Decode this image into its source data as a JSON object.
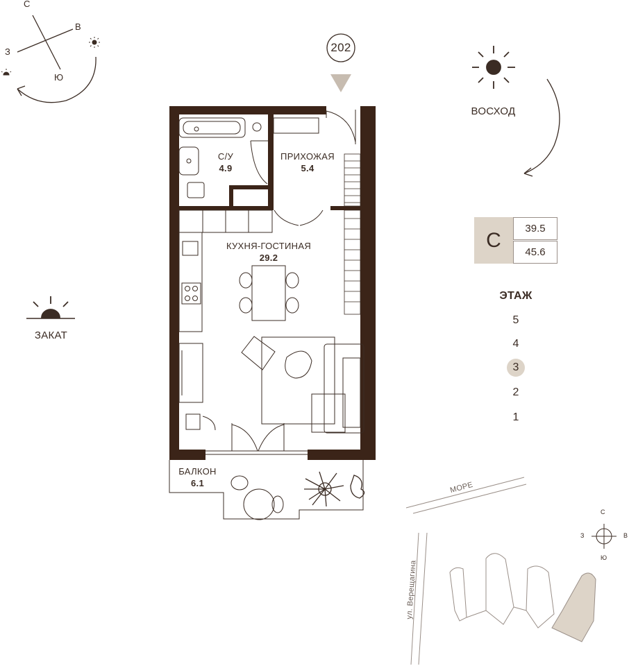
{
  "apartment_number": "202",
  "compass": {
    "north": "С",
    "east": "В",
    "west": "З",
    "south": "Ю"
  },
  "sun": {
    "sunrise_label": "ВОСХОД",
    "sunset_label": "ЗАКАТ"
  },
  "rooms": [
    {
      "name": "С/У",
      "area": "4.9"
    },
    {
      "name": "ПРИХОЖАЯ",
      "area": "5.4"
    },
    {
      "name": "КУХНЯ-ГОСТИНАЯ",
      "area": "29.2"
    },
    {
      "name": "БАЛКОН",
      "area": "6.1"
    }
  ],
  "unit_card": {
    "type_letter": "С",
    "area_top": "39.5",
    "area_bottom": "45.6"
  },
  "floors": {
    "label": "ЭТАЖ",
    "items": [
      "5",
      "4",
      "3",
      "2",
      "1"
    ],
    "active": "3"
  },
  "site_plan": {
    "sea_label": "МОРЕ",
    "street_label": "ул. Верещагина"
  },
  "colors": {
    "wall": "#3b2418",
    "text": "#3b2c24",
    "highlight": "#ddd4c8"
  }
}
